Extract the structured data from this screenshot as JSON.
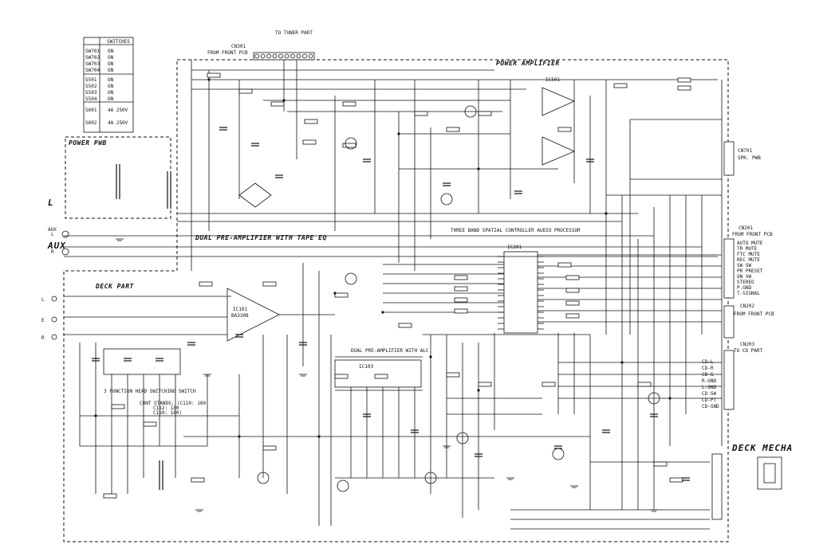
{
  "legend_table": {
    "header": "SWITCHES",
    "rows": [
      {
        "ref": "SW701",
        "pos": "ON"
      },
      {
        "ref": "SW702",
        "pos": "ON"
      },
      {
        "ref": "SW703",
        "pos": "ON"
      },
      {
        "ref": "SW704",
        "pos": "ON"
      },
      {
        "ref": "S501",
        "pos": "ON"
      },
      {
        "ref": "S502",
        "pos": "ON"
      },
      {
        "ref": "S503",
        "pos": "ON"
      },
      {
        "ref": "S504",
        "pos": "ON"
      },
      {
        "ref": "S601",
        "pos": "4A 250V"
      },
      {
        "ref": "S602",
        "pos": "4A 250V"
      }
    ]
  },
  "sections": {
    "power_pwb": "POWER PWB",
    "power_amplifier": "POWER AMPLIFIER",
    "dual_pre_amp_eq": "DUAL PRE-AMPLIFIER WITH TAPE EQ",
    "deck_part": "DECK PART",
    "three_band": "THREE BAND SPATIAL CONTROLLER AUDIO PROCESSOR",
    "dual_pre_amp_alc": "DUAL PRE-AMPLIFIER WITH ALC",
    "head_switch": "3 FUNCTION HEAD SWITCHING SWITCH",
    "deck_mecha": "DECK MECHA"
  },
  "connectors": {
    "cn301": "CN301",
    "cn301_sub": "FROM FRONT PCB",
    "cn701": "CN701",
    "cn701_sub": "SPK. PWB",
    "cn201": "CN201",
    "cn201_sub": "FROM FRONT PCB",
    "cn202": "CN202",
    "cn202_sub": "FROM FRONT PCB",
    "cn203": "CN203",
    "cn203_sub": "TO CD PART",
    "cn203_pins": [
      "CD-L",
      "CD-R",
      "CD-G",
      "R-GND",
      "L-GND",
      "CD-SW",
      "CD-PT",
      "CD-GND"
    ],
    "cn201_pins": [
      "AUTO MUTE",
      "TR MUTE",
      "FTC MUTE",
      "REC MUTE",
      "SW SW",
      "PR PRESET",
      "ON SW",
      "STEREO",
      "P.GND",
      "T-SIGNAL"
    ],
    "from_tuner": "TO TUNER PART"
  },
  "inputs": {
    "aux_l": "L",
    "aux_label": "AUX",
    "aux_r": "R",
    "deck_l": "L",
    "deck_e": "E",
    "deck_r": "R"
  },
  "ics": {
    "ic101": "IC101",
    "ic101_part": "BA3308",
    "ic201": "IC201",
    "ic103": "IC103",
    "ic501": "IC501"
  },
  "notes": {
    "head_note_1": "CONT STANDS: (C110: 180",
    "head_note_2": "C112: 180",
    "head_note_3": "C110: 180)"
  },
  "colors": {
    "ink": "#111111",
    "paper": "#ffffff"
  }
}
